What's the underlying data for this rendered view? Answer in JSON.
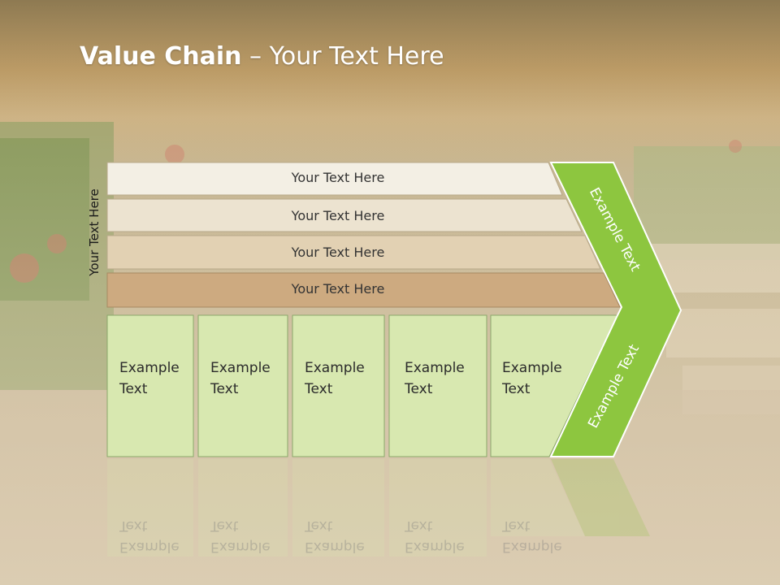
{
  "title": {
    "bold": "Value Chain",
    "rest": " – Your Text Here"
  },
  "side_label": "Your Text Here",
  "bands": [
    {
      "label": "Your Text Here",
      "color": "#f3efe4"
    },
    {
      "label": "Your Text Here",
      "color": "#ece3d0"
    },
    {
      "label": "Your Text Here",
      "color": "#e2d1b3"
    },
    {
      "label": "Your Text Here",
      "color": "#cdaa80"
    }
  ],
  "boxes": [
    {
      "label": "Example\nText"
    },
    {
      "label": "Example\nText"
    },
    {
      "label": "Example\nText"
    },
    {
      "label": "Example\nText"
    },
    {
      "label": "Example\nText"
    }
  ],
  "arrow": {
    "upper_label": "Example Text",
    "lower_label": "Example Text",
    "color": "#8dc63f"
  },
  "colors": {
    "box_fill": "#d8e8b0",
    "box_border": "#8aa86a"
  }
}
